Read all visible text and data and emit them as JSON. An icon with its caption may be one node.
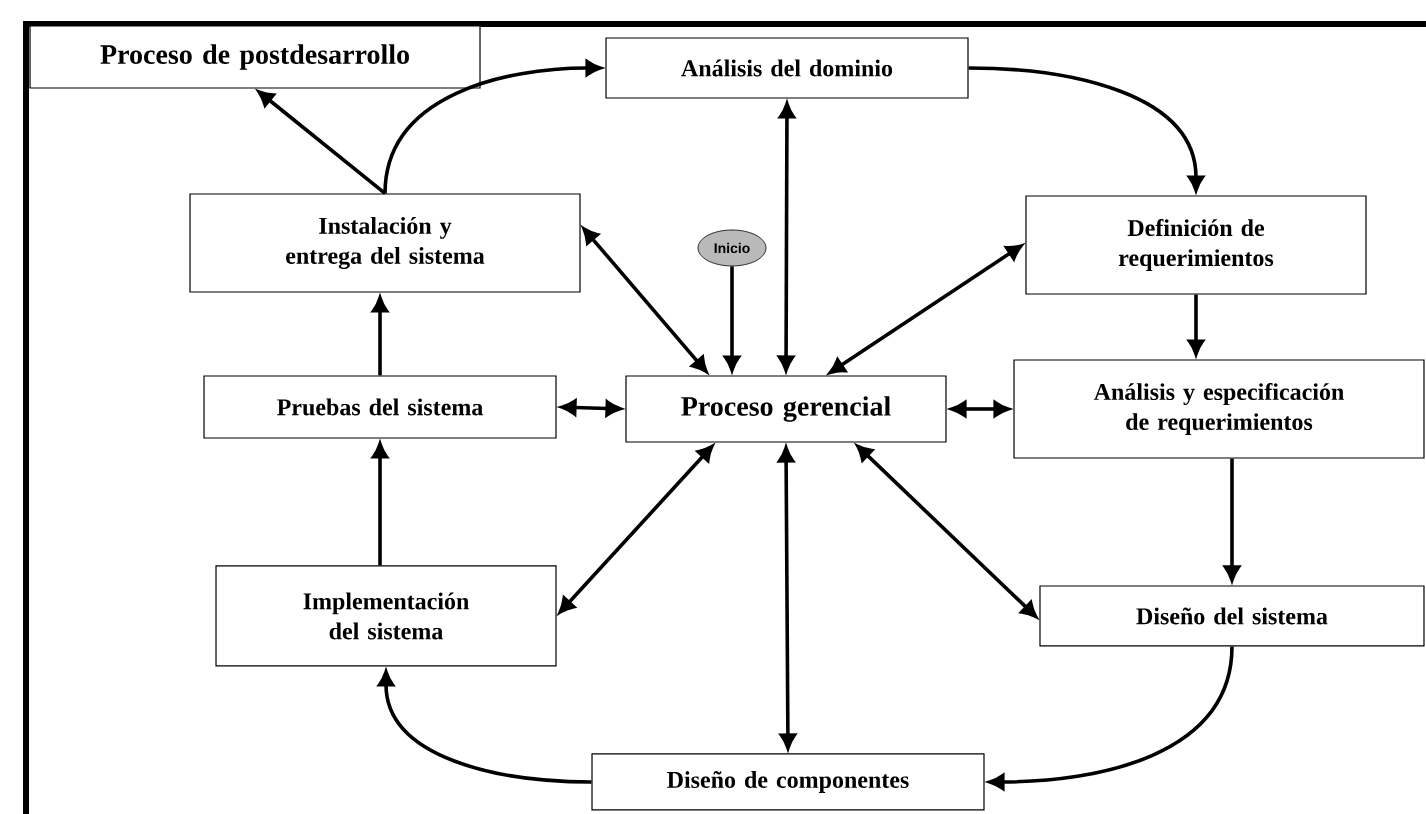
{
  "diagram": {
    "nodes": [
      {
        "text": [
          "Proceso de postdesarrollo"
        ]
      },
      {
        "text": [
          "Análisis del dominio"
        ]
      },
      {
        "text": [
          "Instalación y entrega del sistema"
        ]
      },
      {
        "text": [
          "Inicio"
        ]
      },
      {
        "text": [
          "Definición de requerimientos"
        ]
      },
      {
        "text": [
          "Pruebas del sistema"
        ]
      },
      {
        "text": [
          "Proceso gerencial"
        ]
      },
      {
        "text": [
          "Análisis y especificación de requerimientos"
        ]
      },
      {
        "text": [
          "Implementación del sistema"
        ]
      },
      {
        "text": [
          "Diseño del sistema"
        ]
      },
      {
        "text": [
          "Diseño de componentes"
        ]
      }
    ],
    "edges": [
      {
        "from": 2,
        "to": 0,
        "arrow": "to"
      },
      {
        "from": 2,
        "to": 1,
        "arrow": "to"
      },
      {
        "from": 1,
        "to": 4,
        "arrow": "to"
      },
      {
        "from": 4,
        "to": 7,
        "arrow": "to"
      },
      {
        "from": 7,
        "to": 9,
        "arrow": "to"
      },
      {
        "from": 9,
        "to": 10,
        "arrow": "to"
      },
      {
        "from": 10,
        "to": 8,
        "arrow": "to"
      },
      {
        "from": 8,
        "to": 5,
        "arrow": "to"
      },
      {
        "from": 5,
        "to": 2,
        "arrow": "to"
      },
      {
        "from": 3,
        "to": 6,
        "arrow": "to"
      },
      {
        "from": 6,
        "to": 1,
        "arrow": "both"
      },
      {
        "from": 6,
        "to": 2,
        "arrow": "both"
      },
      {
        "from": 6,
        "to": 4,
        "arrow": "both"
      },
      {
        "from": 6,
        "to": 5,
        "arrow": "both"
      },
      {
        "from": 6,
        "to": 7,
        "arrow": "both"
      },
      {
        "from": 6,
        "to": 9,
        "arrow": "both"
      },
      {
        "from": 6,
        "to": 10,
        "arrow": "both"
      },
      {
        "from": 6,
        "to": 8,
        "arrow": "both"
      }
    ]
  }
}
